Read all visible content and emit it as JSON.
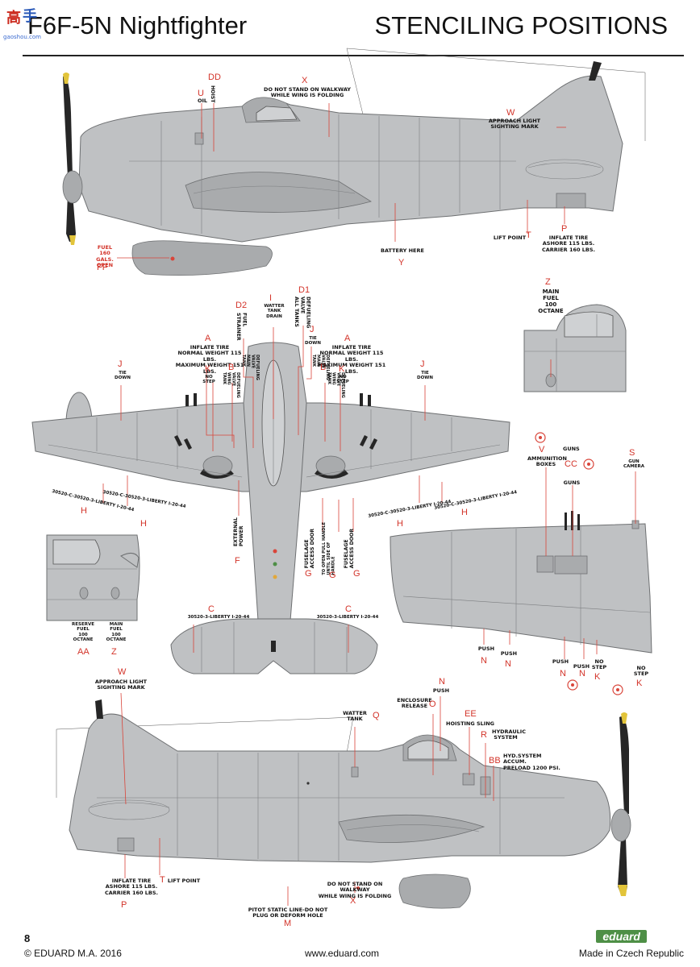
{
  "header": {
    "model_title": "F6F-5N Nightfighter",
    "section_title": "STENCILING POSITIONS"
  },
  "watermark": {
    "glyph_a": "高",
    "glyph_b": "手",
    "site": "gaoshou.com"
  },
  "labels": {
    "dd_text": "HOIST",
    "dd_code": "DD",
    "u_text": "OIL",
    "u_code": "U",
    "x_text": "DO NOT STAND ON WALKWAY\nWHILE WING IS FOLDING",
    "x_code": "X",
    "w_text": "APPROACH LIGHT\nSIGHTING MARK",
    "w_code": "W",
    "ff_text": "FUEL\n160 GALS.\nOPEN",
    "ff_code": "FF",
    "y_text": "BATTERY HERE",
    "y_code": "Y",
    "t_text": "LIFT POINT",
    "t_code": "T",
    "p_text": "INFLATE TIRE\nASHORE 115 LBS.\nCARRIER 160 LBS.",
    "p_code": "P",
    "z_text": "MAIN\nFUEL\n100\nOCTANE",
    "z_code": "Z",
    "i_text": "WATTER\nTANK\nDRAIN",
    "i_code": "I",
    "d1_text": "DEFUELING\nVALVE\nALL TANKS",
    "d1_code": "D1",
    "d2_text": "FUEL\nSTRAINER",
    "d2_code": "D2",
    "j_text": "TIE\nDOWN",
    "j_code": "J",
    "a_text": "INFLATE TIRE\nNORMAL WEIGHT 115 LBS.\nMAXIMUM WEIGHT 151 LBS.",
    "a_code": "A",
    "k_text": "NO\nSTEP",
    "k_code": "K",
    "b_text": "DEFUELING\nVALVE\nMAIN\nTANK",
    "b_code": "B",
    "b_text_alt": "DEFUELING\nVALVE\nWING\nTANK",
    "h_text": "30520-C-30520-3-LIBERTY I-20-44",
    "h_code": "H",
    "f_text": "EXTERNAL\nPOWER",
    "f_code": "F",
    "g_text_access": "FUSELAGE\nACCESS DOOR",
    "g_text_handle": "TO OPEN PULL HANDLE\nUNTIL SIDE OF\nHANDLE",
    "g_code": "G",
    "c_text": "30520-3-LIBERTY I-20-44",
    "c_code": "C",
    "aa_text": "RESERVE\nFUEL\n100\nOCTANE",
    "aa_code": "AA",
    "v_code": "V",
    "cc_text_ammo": "AMMUNITION\nBOXES",
    "cc_text_guns": "GUNS",
    "cc_code": "CC",
    "s_text": "GUN\nCAMERA",
    "s_code": "S",
    "guns_text": "GUNS",
    "n_text": "PUSH",
    "n_code": "N",
    "q_text": "WATTER\nTANK",
    "q_code": "Q",
    "o_text": "ENCLOSURE\nRELEASE",
    "o_code": "O",
    "ee_text": "HOISTING SLING",
    "ee_code": "EE",
    "r_text": "HYDRAULIC\nSYSTEM",
    "r_code": "R",
    "bb_text": "HYD.SYSTEM ACCUM.\nPRELOAD 1200 PSI.",
    "bb_code": "BB",
    "m_text": "PITOT STATIC LINE-DO NOT\nPLUG OR DEFORM HOLE",
    "m_code": "M"
  },
  "footer": {
    "page_number": "8",
    "copyright": "© EDUARD  M.A. 2016",
    "website": "www.eduard.com",
    "made_in": "Made in Czech Republic",
    "brand": "eduard"
  },
  "colors": {
    "aircraft_grey": "#bfc1c3",
    "aircraft_grey_dark": "#a9abad",
    "panel_line": "#7c7e80",
    "code_red": "#d3342a",
    "leader_red": "#d9453a",
    "propeller_black": "#262626",
    "prop_tip_yellow": "#e2c43a",
    "brand_green": "#4e8f46"
  }
}
